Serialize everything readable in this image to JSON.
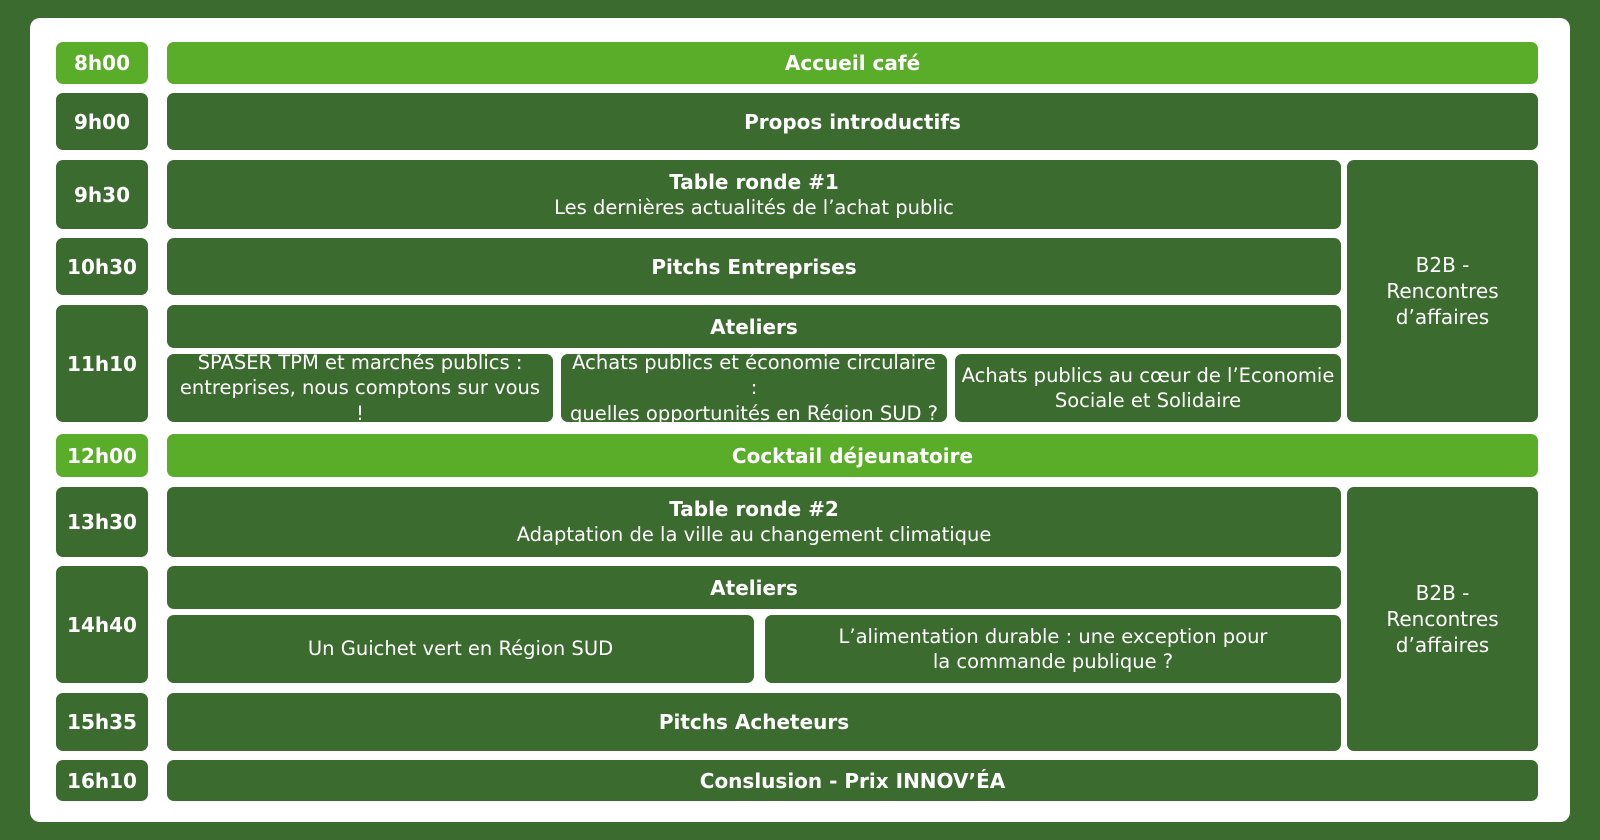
{
  "colors": {
    "dark_green": "#3b6b2e",
    "light_green": "#5aad29",
    "card": "#ffffff"
  },
  "times": {
    "t0800": "8h00",
    "t0900": "9h00",
    "t0930": "9h30",
    "t1030": "10h30",
    "t1110": "11h10",
    "t1200": "12h00",
    "t1330": "13h30",
    "t1440": "14h40",
    "t1535": "15h35",
    "t1610": "16h10"
  },
  "sessions": {
    "accueil": "Accueil café",
    "propos": "Propos introductifs",
    "table_ronde_1": {
      "title": "Table ronde #1",
      "subtitle": "Les dernières actualités de l’achat public"
    },
    "pitchs_entreprises": "Pitchs Entreprises",
    "ateliers_1": {
      "title": "Ateliers",
      "items": [
        {
          "line1": "SPASER TPM et marchés publics :",
          "line2": "entreprises, nous comptons sur vous !"
        },
        {
          "line1": "Achats publics et économie circulaire :",
          "line2": "quelles opportunités en Région SUD ?"
        },
        {
          "line1": "Achats publics au cœur de l’Economie",
          "line2": "Sociale et Solidaire"
        }
      ]
    },
    "b2b_morning": {
      "line1": "B2B -",
      "line2": "Rencontres",
      "line3": "d’affaires"
    },
    "cocktail": "Cocktail déjeunatoire",
    "table_ronde_2": {
      "title": "Table ronde #2",
      "subtitle": "Adaptation de la ville au changement climatique"
    },
    "ateliers_2": {
      "title": "Ateliers",
      "items": [
        {
          "line1": "Un Guichet vert en Région SUD"
        },
        {
          "line1": "L’alimentation durable : une exception pour",
          "line2": "la commande publique ?"
        }
      ]
    },
    "b2b_afternoon": {
      "line1": "B2B -",
      "line2": "Rencontres",
      "line3": "d’affaires"
    },
    "pitchs_acheteurs": "Pitchs Acheteurs",
    "conclusion": "Conslusion - Prix INNOV’ÉA"
  }
}
